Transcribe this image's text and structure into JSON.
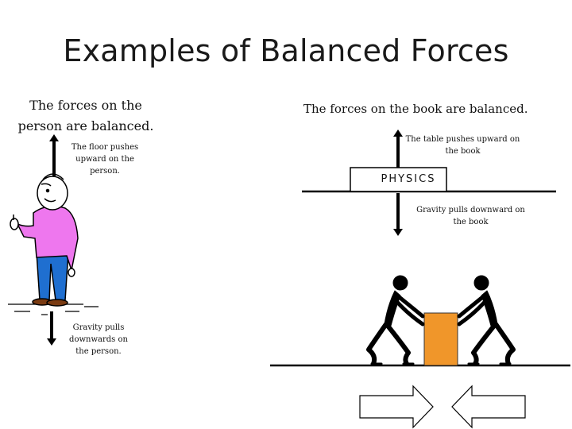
{
  "title": "Examples of Balanced Forces",
  "person": {
    "caption": "The forces on the person are balanced.",
    "up_label": "The floor pushes upward on the person.",
    "down_label": "Gravity pulls downwards on the person."
  },
  "book": {
    "caption": "The forces on the book are balanced.",
    "book_text": "PHYSICS",
    "up_label": "The table pushes upward on the book",
    "down_label": "Gravity pulls downward on the book"
  },
  "colors": {
    "shirt": "#ee77ee",
    "pants": "#1f6fd0",
    "box": "#f0962a",
    "ink": "#000000"
  }
}
